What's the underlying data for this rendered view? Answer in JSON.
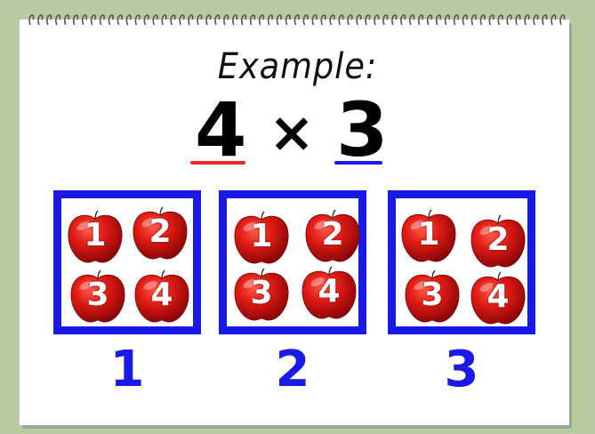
{
  "heading": "Example:",
  "equation": {
    "left": "4",
    "operator": "×",
    "right": "3",
    "left_underline_color": "#e52b2b",
    "right_underline_color": "#1a1ae6"
  },
  "groups": [
    {
      "label": "1",
      "apples": [
        "1",
        "2",
        "3",
        "4"
      ]
    },
    {
      "label": "2",
      "apples": [
        "1",
        "2",
        "3",
        "4"
      ]
    },
    {
      "label": "3",
      "apples": [
        "1",
        "2",
        "3",
        "4"
      ]
    }
  ],
  "colors": {
    "group_border": "#1a1ae6",
    "apple": "#d11414",
    "background": "#b7cba0"
  }
}
